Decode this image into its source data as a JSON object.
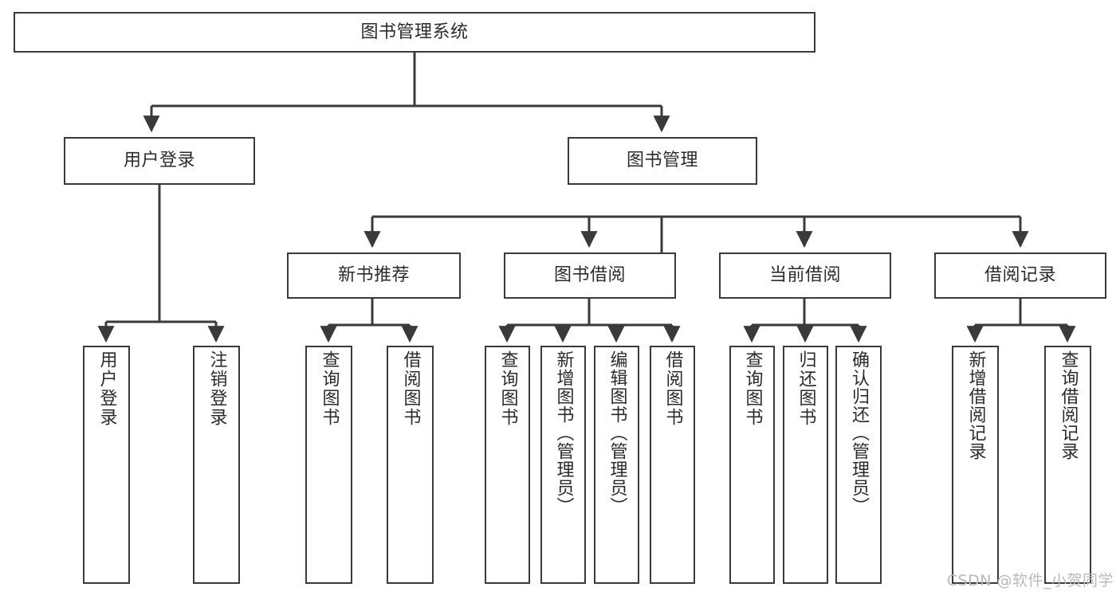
{
  "diagram": {
    "title_node": "图书管理系统",
    "watermark": "CSDN @软件_小贺同学",
    "colors": {
      "box_stroke": "#3a3a3a",
      "box_fill": "#ffffff",
      "edge": "#3a3a3a",
      "text": "#2b2b2b",
      "watermark": "#b9b9b9"
    },
    "levels": {
      "level2": [
        {
          "label": "用户登录"
        },
        {
          "label": "图书管理"
        }
      ],
      "level3": [
        {
          "label": "新书推荐"
        },
        {
          "label": "图书借阅"
        },
        {
          "label": "当前借阅"
        },
        {
          "label": "借阅记录"
        }
      ],
      "leaves": [
        {
          "label": "用户登录",
          "parent": "用户登录"
        },
        {
          "label": "注销登录",
          "parent": "用户登录"
        },
        {
          "label": "查询图书",
          "parent": "新书推荐"
        },
        {
          "label": "借阅图书",
          "parent": "新书推荐"
        },
        {
          "label": "查询图书",
          "parent": "图书借阅"
        },
        {
          "label": "新增图书（管理员）",
          "parent": "图书借阅"
        },
        {
          "label": "编辑图书（管理员）",
          "parent": "图书借阅"
        },
        {
          "label": "借阅图书",
          "parent": "图书借阅"
        },
        {
          "label": "查询图书",
          "parent": "当前借阅"
        },
        {
          "label": "归还图书",
          "parent": "当前借阅"
        },
        {
          "label": "确认归还（管理员）",
          "parent": "当前借阅"
        },
        {
          "label": "新增借阅记录",
          "parent": "借阅记录"
        },
        {
          "label": "查询借阅记录",
          "parent": "借阅记录"
        }
      ]
    }
  },
  "chart_data": {
    "type": "tree",
    "title": "图书管理系统",
    "orientation": "top-down",
    "nodes": [
      {
        "id": "root",
        "label": "图书管理系统",
        "level": 1,
        "parent": null
      },
      {
        "id": "n2_1",
        "label": "用户登录",
        "level": 2,
        "parent": "root"
      },
      {
        "id": "n2_2",
        "label": "图书管理",
        "level": 2,
        "parent": "root"
      },
      {
        "id": "n3_1",
        "label": "新书推荐",
        "level": 3,
        "parent": "n2_2"
      },
      {
        "id": "n3_2",
        "label": "图书借阅",
        "level": 3,
        "parent": "n2_2"
      },
      {
        "id": "n3_3",
        "label": "当前借阅",
        "level": 3,
        "parent": "n2_2"
      },
      {
        "id": "n3_4",
        "label": "借阅记录",
        "level": 3,
        "parent": "n2_2"
      },
      {
        "id": "n4_1",
        "label": "用户登录",
        "level": 4,
        "parent": "n2_1"
      },
      {
        "id": "n4_2",
        "label": "注销登录",
        "level": 4,
        "parent": "n2_1"
      },
      {
        "id": "n4_3",
        "label": "查询图书",
        "level": 4,
        "parent": "n3_1"
      },
      {
        "id": "n4_4",
        "label": "借阅图书",
        "level": 4,
        "parent": "n3_1"
      },
      {
        "id": "n4_5",
        "label": "查询图书",
        "level": 4,
        "parent": "n3_2"
      },
      {
        "id": "n4_6",
        "label": "新增图书（管理员）",
        "level": 4,
        "parent": "n3_2"
      },
      {
        "id": "n4_7",
        "label": "编辑图书（管理员）",
        "level": 4,
        "parent": "n3_2"
      },
      {
        "id": "n4_8",
        "label": "借阅图书",
        "level": 4,
        "parent": "n3_2"
      },
      {
        "id": "n4_9",
        "label": "查询图书",
        "level": 4,
        "parent": "n3_3"
      },
      {
        "id": "n4_10",
        "label": "归还图书",
        "level": 4,
        "parent": "n3_3"
      },
      {
        "id": "n4_11",
        "label": "确认归还（管理员）",
        "level": 4,
        "parent": "n3_3"
      },
      {
        "id": "n4_12",
        "label": "新增借阅记录",
        "level": 4,
        "parent": "n3_4"
      },
      {
        "id": "n4_13",
        "label": "查询借阅记录",
        "level": 4,
        "parent": "n3_4"
      }
    ],
    "edges": [
      {
        "from": "root",
        "to": "n2_1"
      },
      {
        "from": "root",
        "to": "n2_2"
      },
      {
        "from": "n2_2",
        "to": "n3_1"
      },
      {
        "from": "n2_2",
        "to": "n3_2"
      },
      {
        "from": "n2_2",
        "to": "n3_3"
      },
      {
        "from": "n2_2",
        "to": "n3_4"
      },
      {
        "from": "n2_1",
        "to": "n4_1"
      },
      {
        "from": "n2_1",
        "to": "n4_2"
      },
      {
        "from": "n3_1",
        "to": "n4_3"
      },
      {
        "from": "n3_1",
        "to": "n4_4"
      },
      {
        "from": "n3_2",
        "to": "n4_5"
      },
      {
        "from": "n3_2",
        "to": "n4_6"
      },
      {
        "from": "n3_2",
        "to": "n4_7"
      },
      {
        "from": "n3_2",
        "to": "n4_8"
      },
      {
        "from": "n3_3",
        "to": "n4_9"
      },
      {
        "from": "n3_3",
        "to": "n4_10"
      },
      {
        "from": "n3_3",
        "to": "n4_11"
      },
      {
        "from": "n3_4",
        "to": "n4_12"
      },
      {
        "from": "n3_4",
        "to": "n4_13"
      }
    ]
  }
}
